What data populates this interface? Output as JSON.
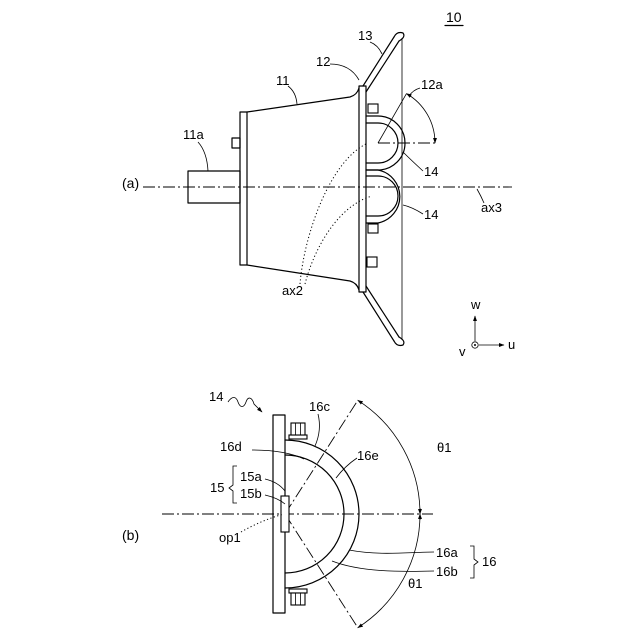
{
  "figure": {
    "number": "10",
    "colors": {
      "line": "#000000",
      "background": "#ffffff"
    }
  },
  "panel_a": {
    "label": "(a)",
    "refs": {
      "r13": "13",
      "r12": "12",
      "r12a": "12a",
      "r11": "11",
      "r11a": "11a",
      "r14_upper": "14",
      "r14_lower": "14",
      "ax3": "ax3",
      "ax2": "ax2"
    },
    "coordinate_axes": {
      "w": "w",
      "u": "u",
      "v": "v"
    }
  },
  "panel_b": {
    "label": "(b)",
    "refs": {
      "r14": "14",
      "r16c": "16c",
      "r16d": "16d",
      "r16e": "16e",
      "theta_upper": "θ1",
      "r15a": "15a",
      "r15": "15",
      "r15b": "15b",
      "op1": "op1",
      "r16a": "16a",
      "r16b": "16b",
      "r16": "16",
      "theta_lower": "θ1"
    }
  }
}
